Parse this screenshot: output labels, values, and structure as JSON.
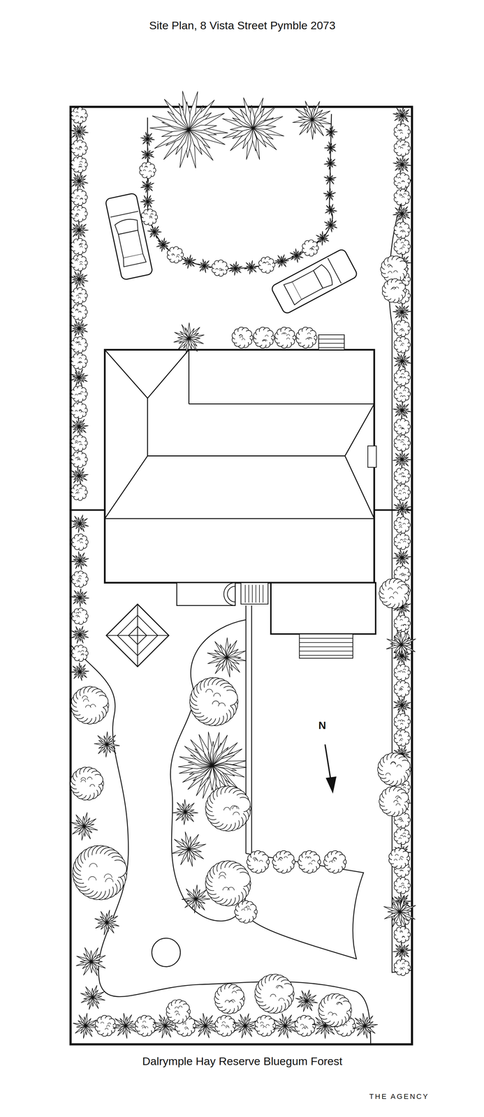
{
  "diagram": {
    "title": "Site Plan, 8 Vista Street Pymble 2073",
    "labels": [
      "N",
      "Dalrymple Hay Reserve Bluegum Forest",
      "THE AGENCY"
    ]
  }
}
